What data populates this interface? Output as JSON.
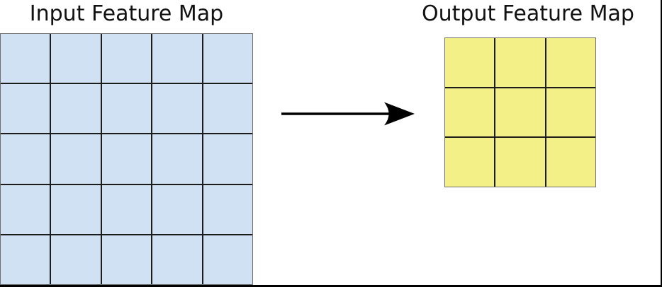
{
  "input": {
    "title": "Input Feature Map",
    "rows": 5,
    "cols": 5,
    "cell_color": "#cfe1f2"
  },
  "output": {
    "title": "Output Feature Map",
    "rows": 3,
    "cols": 3,
    "cell_color": "#f2f087"
  },
  "arrow": {
    "direction": "right",
    "color": "#000000"
  },
  "colors": {
    "grid_line": "#1c1c1c",
    "grid_outer_edge": "#6e6e6e",
    "frame": "#000000",
    "background": "#ffffff",
    "title_text": "#111111"
  }
}
